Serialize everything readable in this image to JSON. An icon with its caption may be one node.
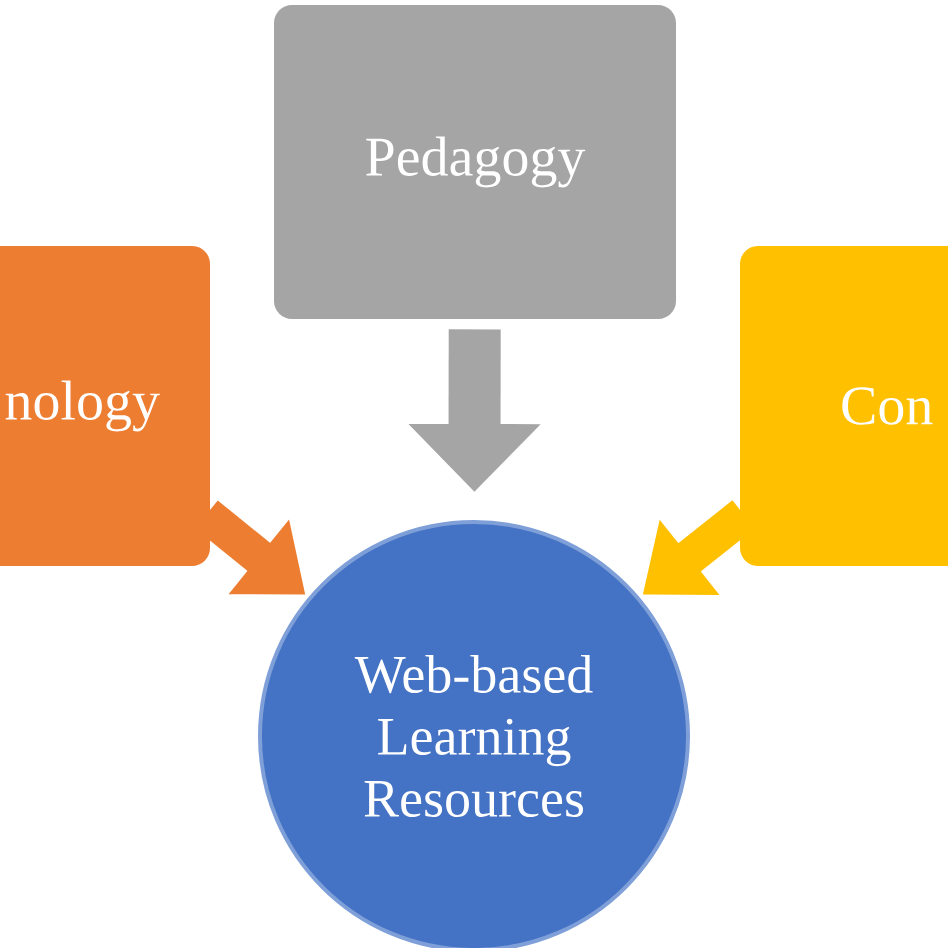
{
  "diagram": {
    "nodes": [
      {
        "text": [
          "Pedagogy"
        ]
      },
      {
        "text": [
          "nology"
        ]
      },
      {
        "text": [
          "Con"
        ]
      },
      {
        "text": [
          "Web-based Learning Resources"
        ]
      }
    ],
    "edges": [
      {
        "from": 0,
        "to": 3,
        "arrow": "to",
        "color": "#a5a5a5"
      },
      {
        "from": 1,
        "to": 3,
        "arrow": "to",
        "color": "#ed7d31"
      },
      {
        "from": 2,
        "to": 3,
        "arrow": "to",
        "color": "#ffc000"
      }
    ]
  }
}
